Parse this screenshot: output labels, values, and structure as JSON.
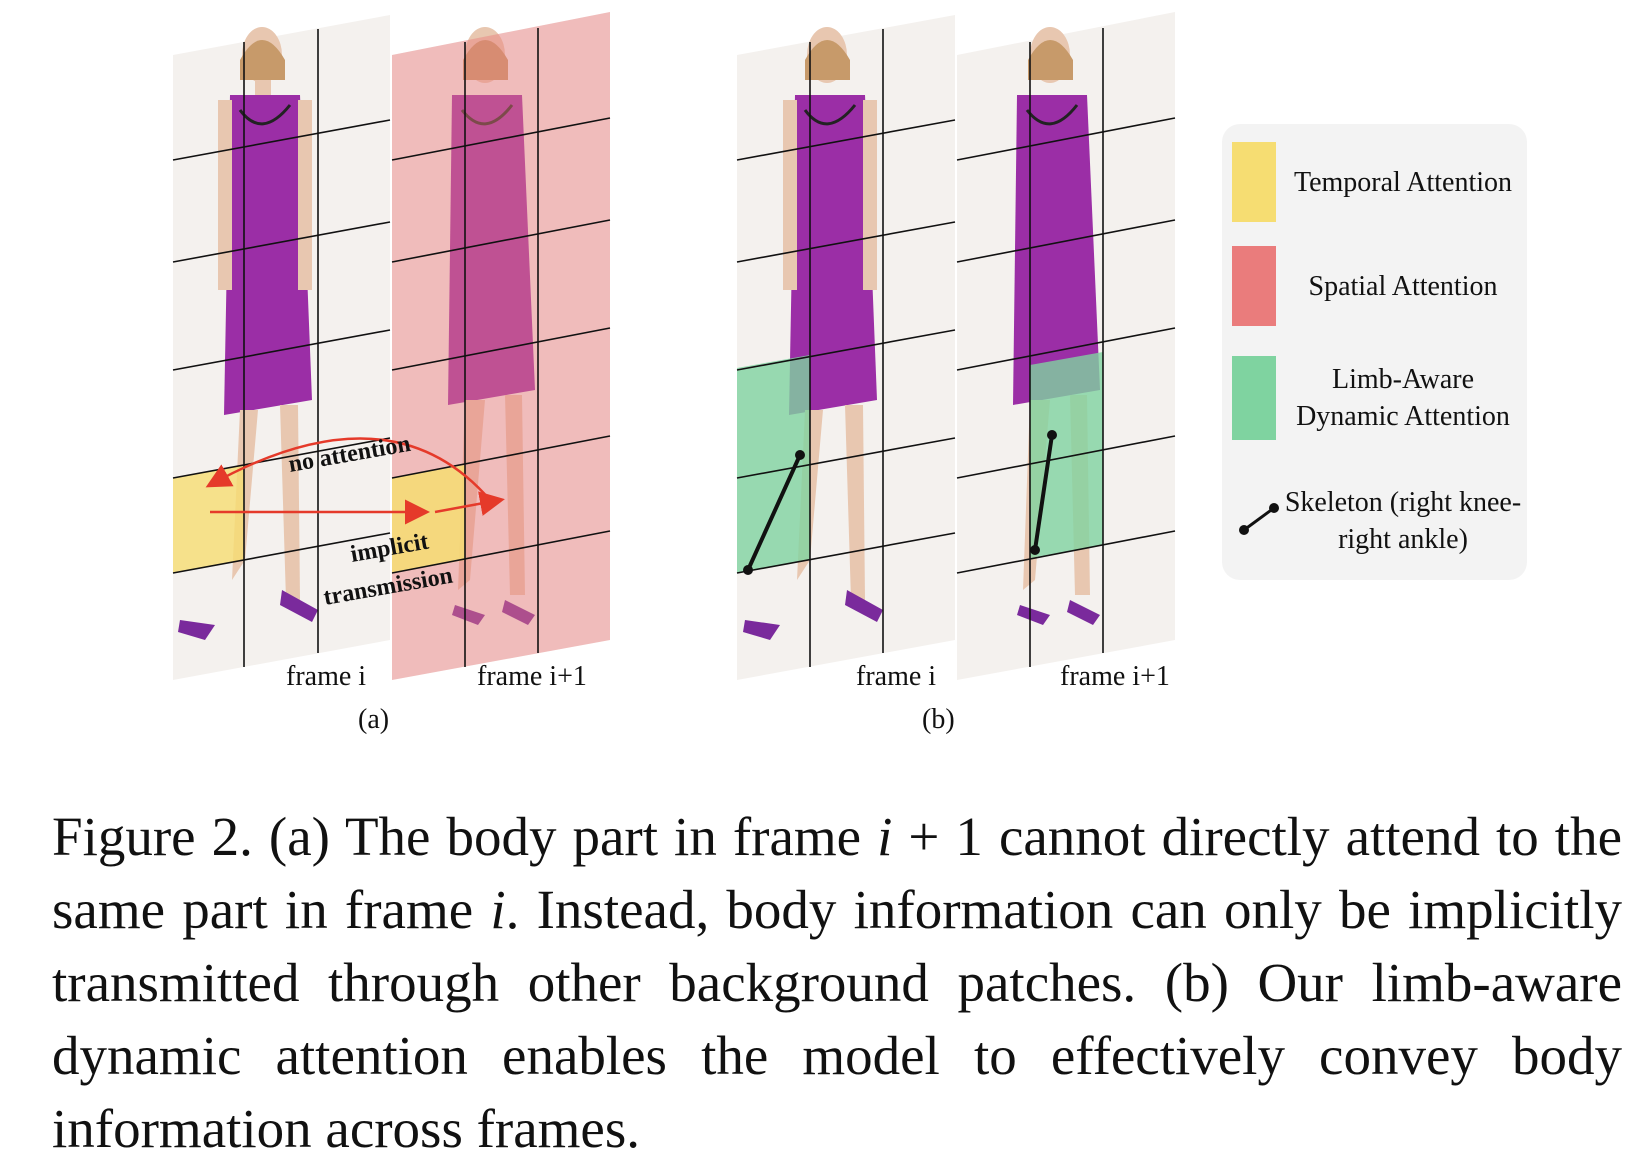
{
  "figure": {
    "panel_a": {
      "frame_left_label": "frame i",
      "frame_right_label": "frame i+1",
      "sub_label": "(a)",
      "annotation_top": "no attention",
      "annotation_bottom_1": "implicit",
      "annotation_bottom_2": "transmission"
    },
    "panel_b": {
      "frame_left_label": "frame i",
      "frame_right_label": "frame i+1",
      "sub_label": "(b)"
    },
    "legend": {
      "items": [
        {
          "label": "Temporal Attention",
          "color": "#f6dd72"
        },
        {
          "label": "Spatial Attention",
          "color": "#ea7c7c"
        },
        {
          "label": "Limb-Aware Dynamic Attention",
          "color": "#7fd3a0"
        },
        {
          "label": "Skeleton (right knee-right ankle)",
          "color": "#111111"
        }
      ]
    },
    "colors": {
      "dress": "#9b2ea6",
      "skin": "#e8c7b0",
      "grid": "#111111",
      "arrow": "#e53a2a",
      "temporal": "#f6dd72",
      "spatial": "#ea7c7c",
      "limb": "#7fd3a0"
    }
  },
  "caption": {
    "lead": "Figure 2. (a) The body part in frame ",
    "math1": "i",
    "mid1": " + 1 cannot directly attend to the same part in frame ",
    "math2": "i",
    "rest": ". Instead, body information can only be implicitly transmitted through other background patches. (b) Our limb-aware dynamic attention enables the model to effectively convey body information across frames."
  }
}
